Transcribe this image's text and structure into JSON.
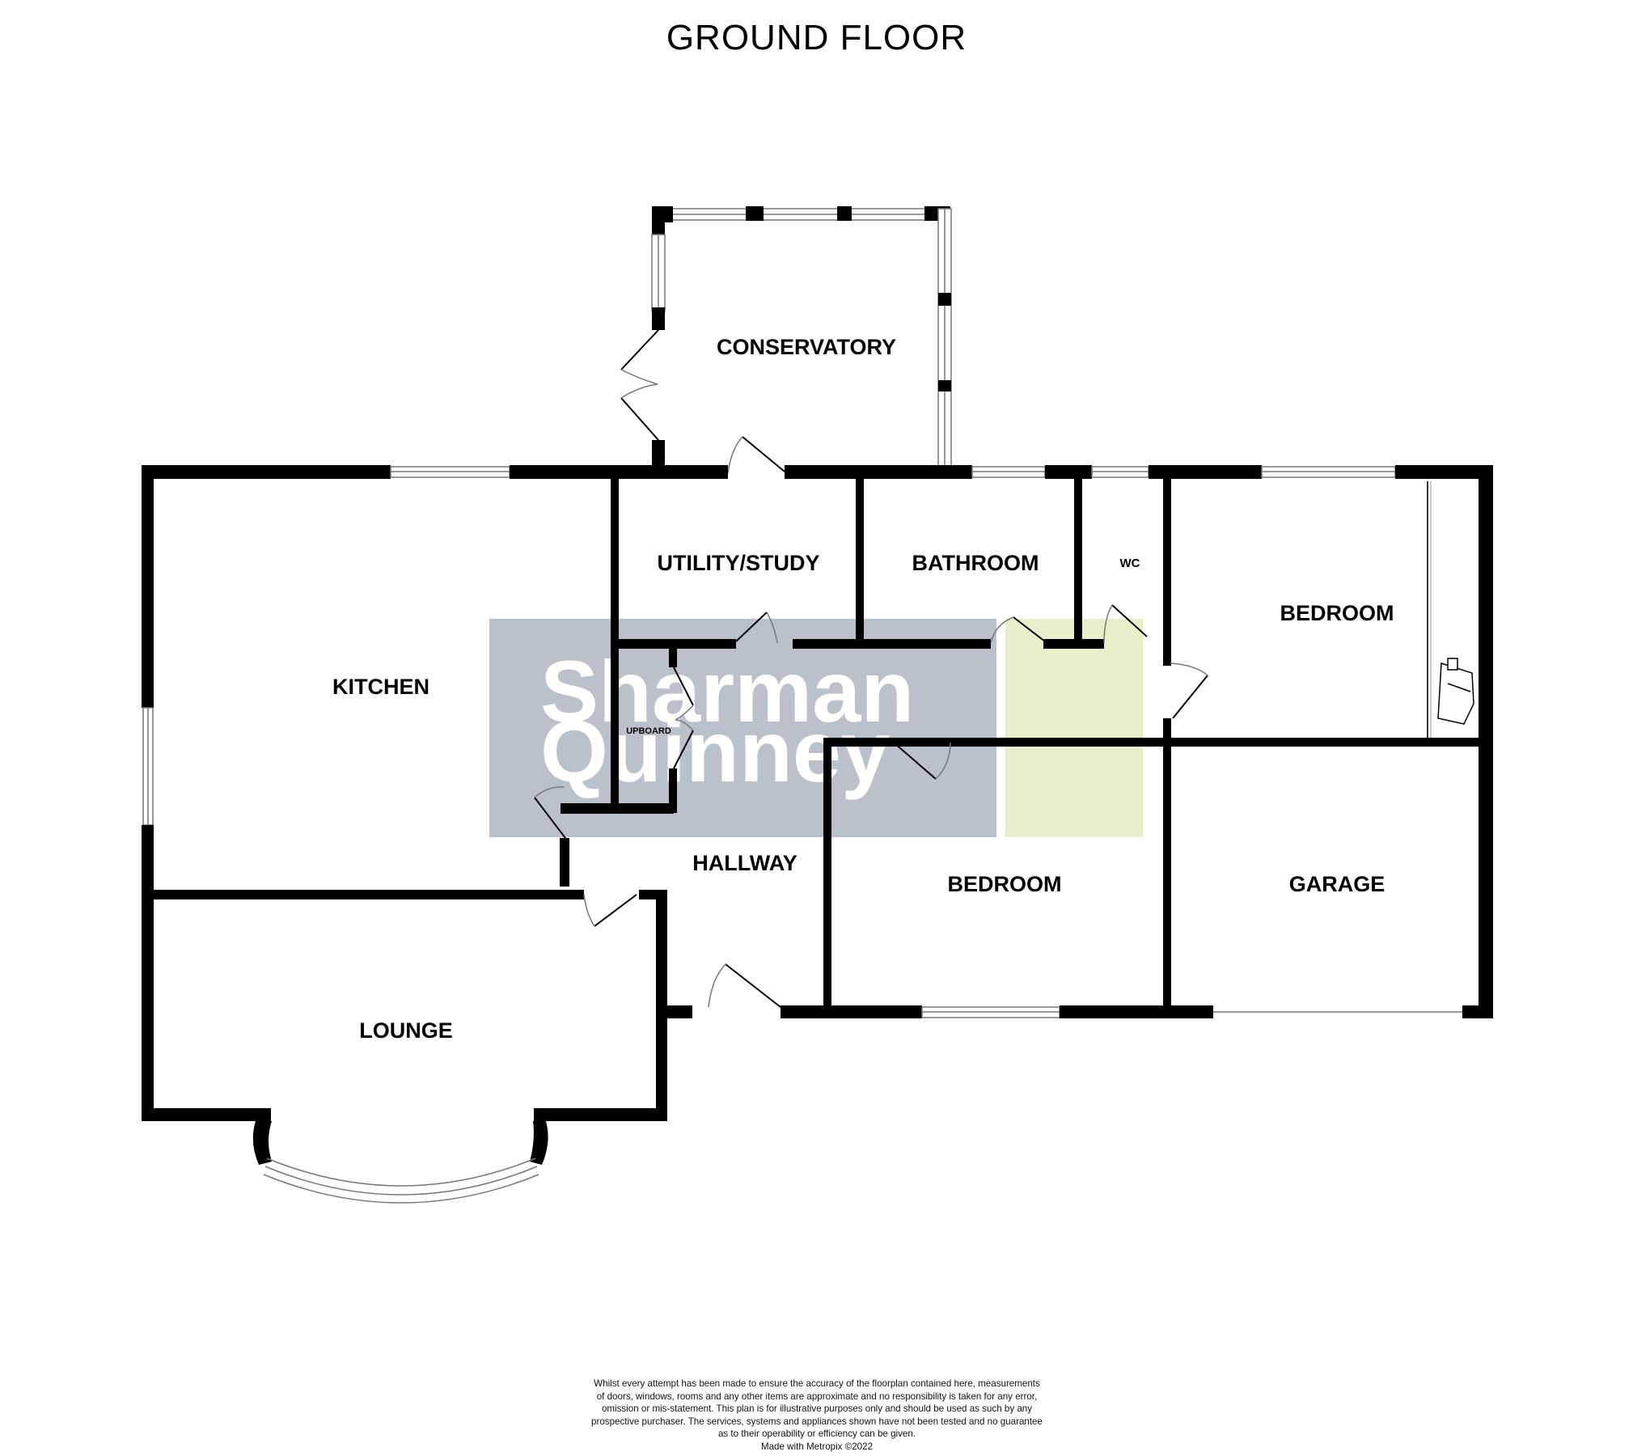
{
  "title": "GROUND FLOOR",
  "rooms": {
    "conservatory": "CONSERVATORY",
    "kitchen": "KITCHEN",
    "utility_study": "UTILITY/STUDY",
    "bathroom": "BATHROOM",
    "wc": "WC",
    "bedroom_1": "BEDROOM",
    "cupboard": "UPBOARD",
    "hallway": "HALLWAY",
    "bedroom_2": "BEDROOM",
    "garage": "GARAGE",
    "lounge": "LOUNGE"
  },
  "watermark": {
    "line1": "Sharman",
    "line2": "Quinney",
    "grey_color": "#BBC1CB",
    "green_color": "#E9EFC8"
  },
  "disclaimer": {
    "lines": [
      "Whilst every attempt has been made to ensure the accuracy of the floorplan contained here, measurements",
      "of doors, windows, rooms and any other items are approximate and no responsibility is taken for any error,",
      "omission or mis-statement. This plan is for illustrative purposes only and should be used as such by any",
      "prospective purchaser. The services, systems and appliances shown have not been tested and no guarantee",
      "as to their operability or efficiency can be given."
    ],
    "credit": "Made with Metropix ©2022"
  }
}
